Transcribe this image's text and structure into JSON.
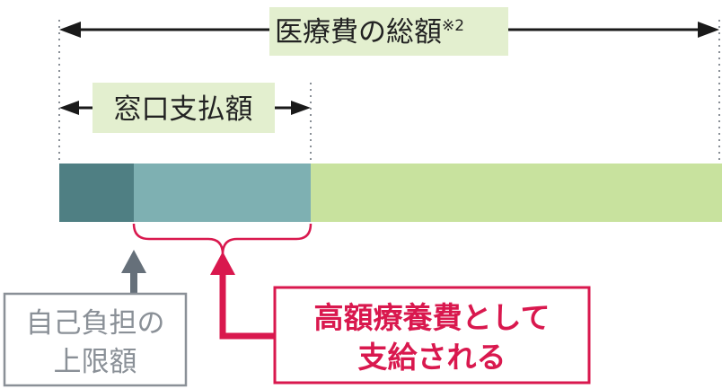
{
  "total_label": {
    "text": "医療費の総額",
    "superscript": "※2"
  },
  "window_label": {
    "text": "窓口支払額"
  },
  "self_limit_label": {
    "line1": "自己負担の",
    "line2": "上限額"
  },
  "high_cost_label": {
    "line1": "高額療養費として",
    "line2": "支給される"
  },
  "colors": {
    "label_bg": "#e3efcf",
    "arrow_dark": "#1a1a1a",
    "bar_self_limit": "#4f7f83",
    "bar_window_rest": "#7eb0b2",
    "bar_remaining": "#c8e29e",
    "gray_arrow": "#66707a",
    "gray_box_border": "#8a9097",
    "gray_text": "#8a9097",
    "red": "#d9184e"
  }
}
